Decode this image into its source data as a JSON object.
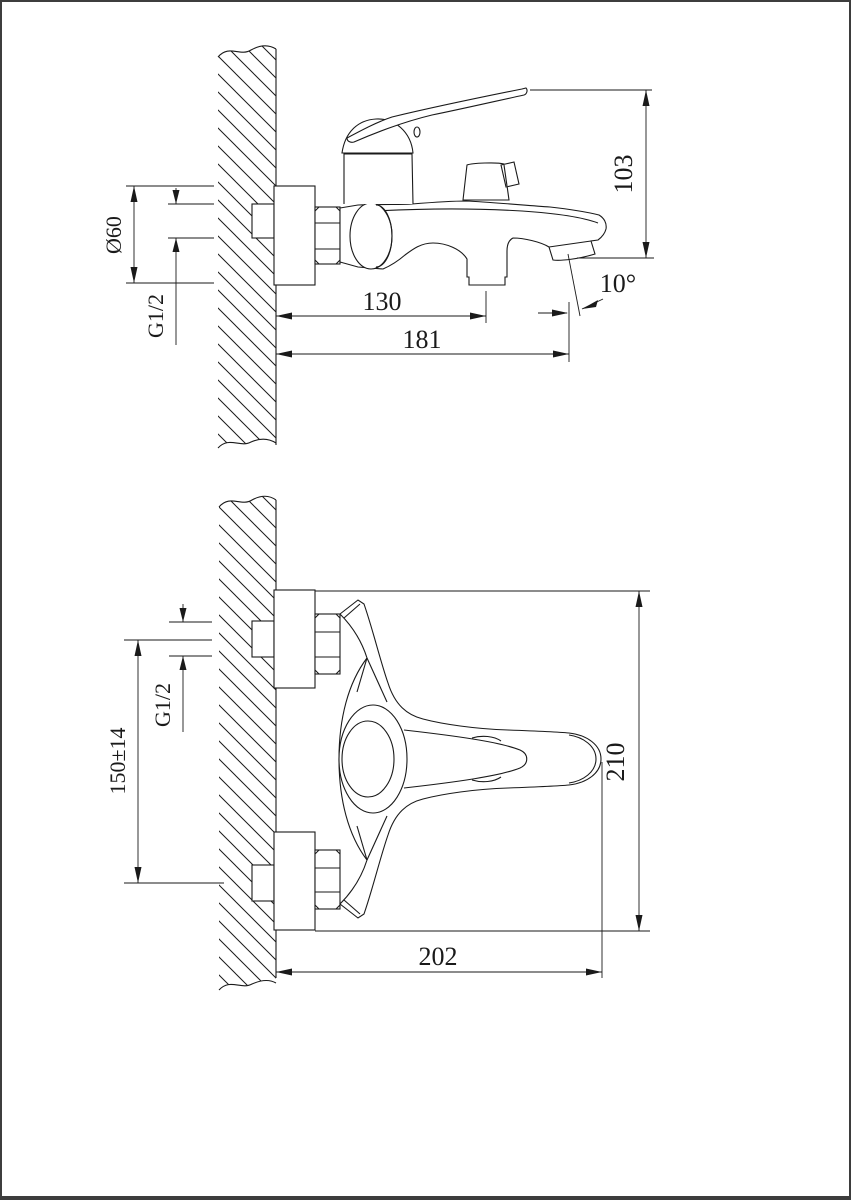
{
  "drawing": {
    "background": "#ffffff",
    "frame_color": "#3d3d3d",
    "line_color": "#1a1a1a",
    "dimensions": {
      "side_view": {
        "height": "103",
        "spout_angle": "10°",
        "reach_to_shower_outlet": "130",
        "total_reach": "181",
        "flange_diameter": "Ø60",
        "thread": "G1/2"
      },
      "front_view": {
        "centers_distance": "150±14",
        "thread": "G1/2",
        "overall_height": "210",
        "overall_width": "202"
      }
    }
  }
}
